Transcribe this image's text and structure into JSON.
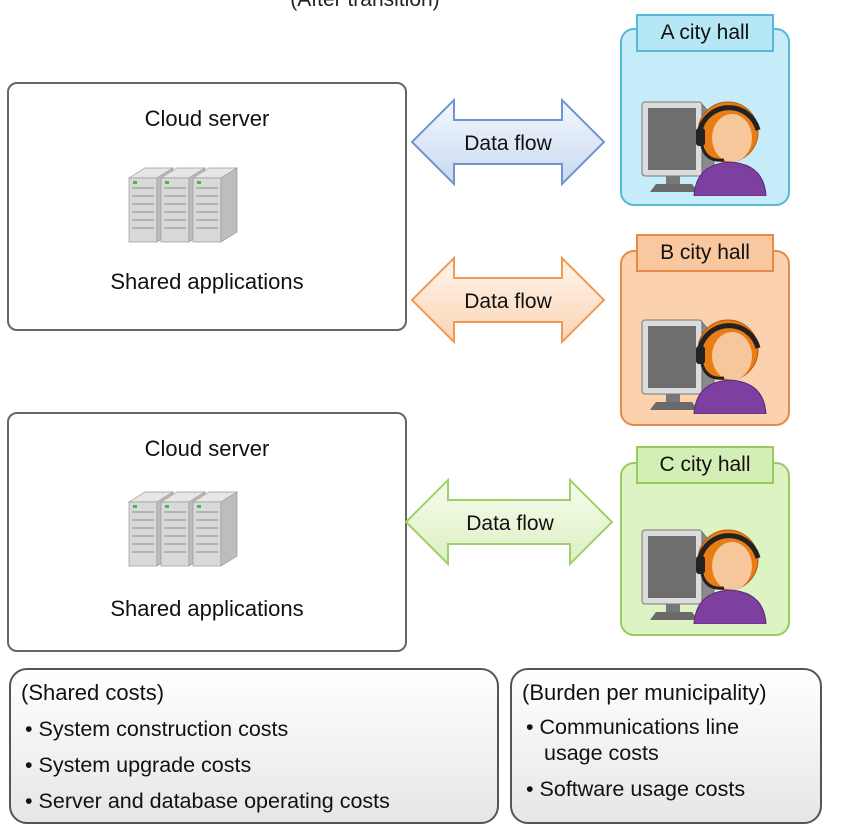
{
  "title": "(After transition)",
  "servers": [
    {
      "name": "Cloud server",
      "apps": "Shared applications"
    },
    {
      "name": "Cloud server",
      "apps": "Shared applications"
    }
  ],
  "data_flow_labels": [
    "Data flow",
    "Data flow",
    "Data flow"
  ],
  "city_halls": [
    {
      "label": "A city hall",
      "panel_color": "#c5ecf8",
      "tab_color": "#b5e7f6",
      "border_color": "#58b8d8",
      "arrow_color": "#6e95cf"
    },
    {
      "label": "B city hall",
      "panel_color": "#fbd1ae",
      "tab_color": "#f9c8a0",
      "border_color": "#e58a48",
      "arrow_color": "#ef9b56"
    },
    {
      "label": "C city hall",
      "panel_color": "#def3c3",
      "tab_color": "#d4efb5",
      "border_color": "#97cb5f",
      "arrow_color": "#9ed16a"
    }
  ],
  "shared_costs": {
    "heading": "(Shared costs)",
    "items": [
      "System construction costs",
      "System upgrade costs",
      "Server and database operating costs"
    ]
  },
  "burden": {
    "heading": "(Burden per municipality)",
    "items": [
      "Communications line usage costs",
      "Software usage costs"
    ],
    "item1_lines": [
      "Communications line",
      "usage costs"
    ]
  }
}
